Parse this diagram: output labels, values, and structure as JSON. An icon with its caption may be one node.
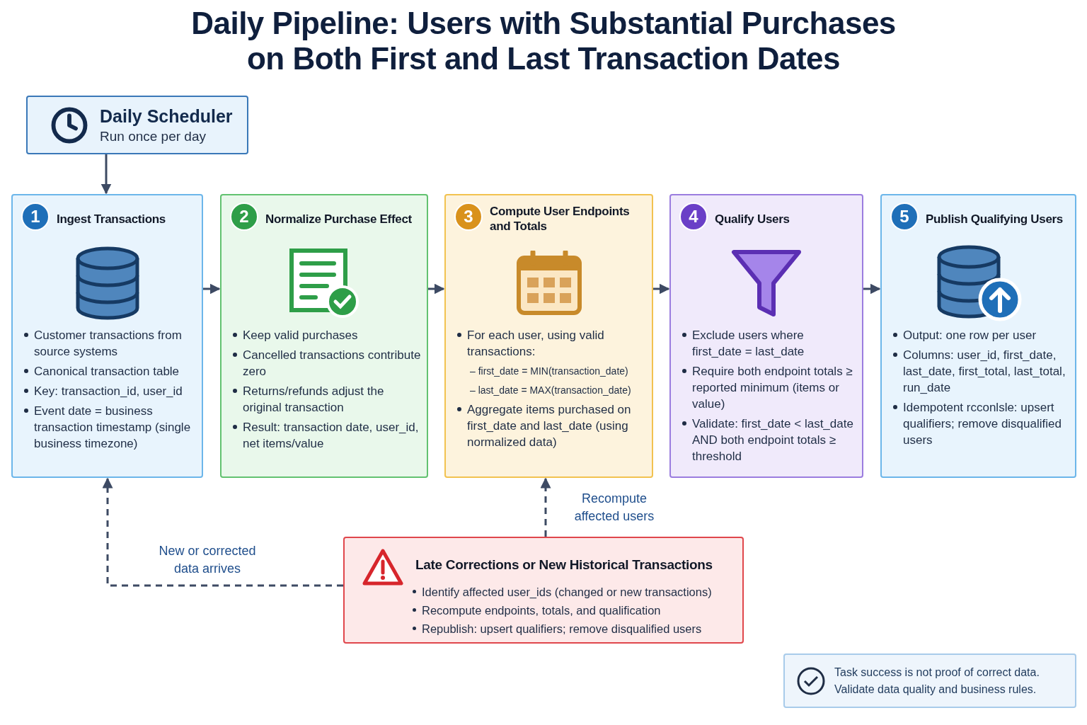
{
  "diagram": {
    "title": "Daily Pipeline: Users with Substantial Purchases on Both First and Last Transaction Dates",
    "nodes": [
      {
        "text": [
          "Daily Scheduler",
          "Run once per day"
        ]
      },
      {
        "text": [
          "1",
          "Ingest Transactions",
          "Customer transactions from source systems",
          "Canonical transaction table",
          "Key: transaction_id, user_id",
          "Event date = business transaction timestamp (single business timezone)"
        ]
      },
      {
        "text": [
          "2",
          "Normalize Purchase Effect",
          "Keep valid purchases",
          "Cancelled transactions contribute zero",
          "Returns/refunds adjust the original transaction",
          "Result: transaction date, user_id, net items/value"
        ]
      },
      {
        "text": [
          "3",
          "Compute User Endpoints and Totals",
          "For each user, using valid transactions:",
          "– first_date = MIN(transaction_date)",
          "– last_date = MAX(transaction_date)",
          "Aggregate items purchased on first_date and last_date (using normalized data)"
        ]
      },
      {
        "text": [
          "4",
          "Qualify Users",
          "Exclude users where first_date = last_date",
          "Require both endpoint totals ≥ reported minimum (items or value)",
          "Validate: first_date < last_date AND both endpoint totals ≥ threshold"
        ]
      },
      {
        "text": [
          "5",
          "Publish Qualifying Users",
          "Output: one row per user",
          "Columns: user_id, first_date, last_date, first_total, last_total, run_date",
          "Idempotent rcconlsle: upsert qualifiers; remove disqualified users"
        ]
      },
      {
        "text": [
          "Late Corrections or New Historical Transactions",
          "Identify affected user_ids (changed or new transactions)",
          "Recompute endpoints, totals, and qualification",
          "Republish: upsert qualifiers; remove disqualified users"
        ]
      },
      {
        "text": [
          "Task success is not proof of correct data. Validate data quality and business rules."
        ]
      }
    ],
    "edges": [
      {
        "from": 0,
        "to": 1,
        "arrow": "to"
      },
      {
        "from": 1,
        "to": 2,
        "arrow": "to"
      },
      {
        "from": 2,
        "to": 3,
        "arrow": "to"
      },
      {
        "from": 3,
        "to": 4,
        "arrow": "to"
      },
      {
        "from": 4,
        "to": 5,
        "arrow": "to"
      },
      {
        "from": 6,
        "to": 1,
        "arrow": "to",
        "style": "dashed",
        "label": "New or corrected data arrives"
      },
      {
        "from": 6,
        "to": 3,
        "arrow": "to",
        "style": "dashed",
        "label": "Recompute affected users"
      }
    ]
  }
}
